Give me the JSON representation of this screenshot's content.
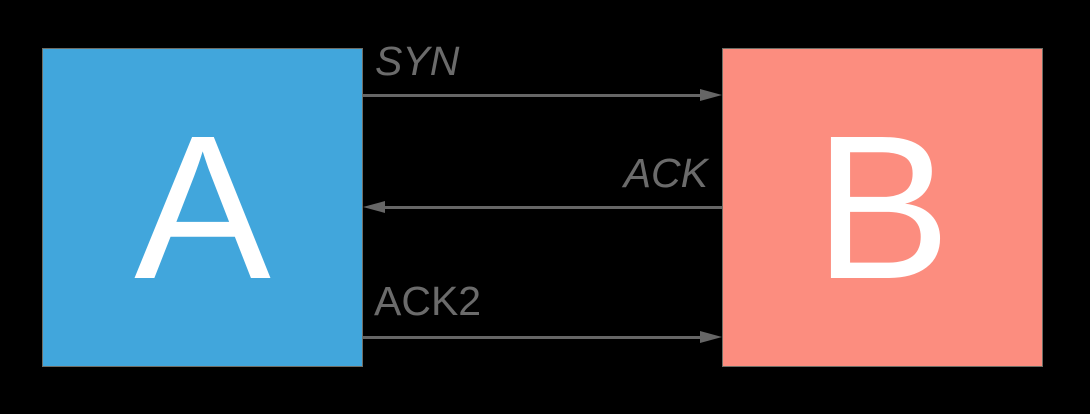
{
  "diagram": {
    "kind": "message-flow",
    "nodes": [
      {
        "id": "A",
        "label": "A",
        "fill": "#41a6dc",
        "text_color": "#ffffff"
      },
      {
        "id": "B",
        "label": "B",
        "fill": "#fc8d7f",
        "text_color": "#ffffff"
      }
    ],
    "messages": [
      {
        "label": "SYN",
        "from": "A",
        "to": "B"
      },
      {
        "label": "ACK",
        "from": "B",
        "to": "A"
      },
      {
        "label": "ACK2",
        "from": "A",
        "to": "B"
      }
    ],
    "colors": {
      "background": "#000000",
      "arrow": "#666666",
      "label_text": "#6b6b6b",
      "node_border": "#6e6e66"
    }
  }
}
